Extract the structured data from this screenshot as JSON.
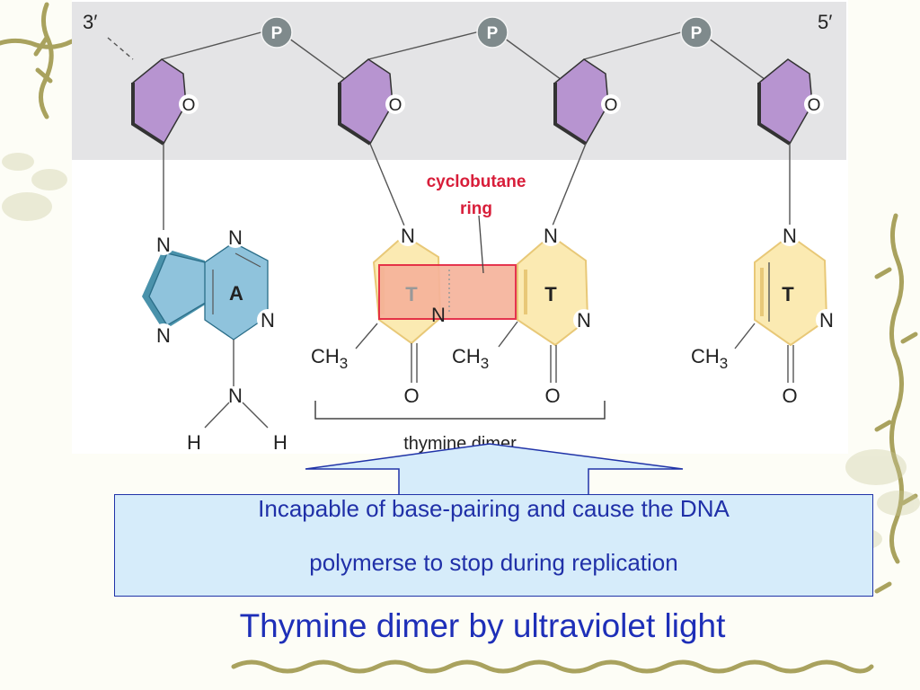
{
  "diagram": {
    "end_3prime": "3′",
    "end_5prime": "5′",
    "phosphate_label": "P",
    "ring_oxygen_label": "O",
    "cyclobutane_label_line1": "cyclobutane",
    "cyclobutane_label_line2": "ring",
    "adenine": {
      "base_letter": "A",
      "n_label": "N",
      "h_label": "H"
    },
    "thymine": {
      "base_letter": "T",
      "n_label": "N",
      "o_label": "O",
      "ch3_main": "CH",
      "ch3_sub": "3"
    },
    "dimer_bracket_label": "thymine dimer"
  },
  "callout": {
    "line1": "Incapable of base-pairing and cause the DNA",
    "line2": "polymerse to stop during replication"
  },
  "title": "Thymine dimer by ultraviolet light",
  "colors": {
    "sugar_fill": "#b794d0",
    "phosphate_fill": "#7f8a8c",
    "backbone_band": "#e4e4e6",
    "adenine_fill": "#8fc3dc",
    "adenine_dark": "#2a7f9c",
    "thymine_fill": "#fbeab2",
    "thymine_edge": "#e8c877",
    "cyclobutane_fill": "#f6b29a",
    "cyclobutane_stroke": "#e3203c",
    "cyclobutane_text": "#d81e3a",
    "callout_fill": "#d6ecfa",
    "callout_text": "#2030a8",
    "title_text": "#1e2fb8"
  }
}
